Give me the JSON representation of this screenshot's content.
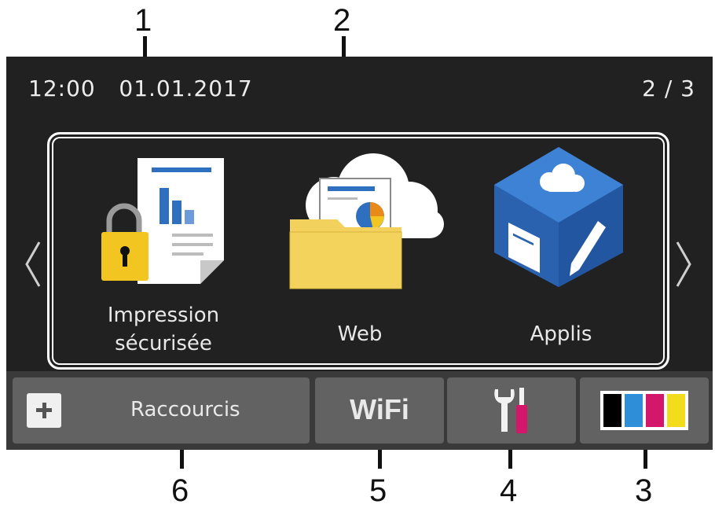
{
  "callouts": [
    "1",
    "2",
    "6",
    "5",
    "4",
    "3"
  ],
  "status": {
    "time_date": "12:00   01.01.2017",
    "page": "2 / 3"
  },
  "tiles": [
    {
      "label": "Impression\nsécurisée",
      "icon": "secure-print-icon"
    },
    {
      "label": "Web",
      "icon": "web-folder-icon"
    },
    {
      "label": "Applis",
      "icon": "apps-cube-icon"
    }
  ],
  "bottom": {
    "shortcuts_label": "Raccourcis",
    "wifi_label": "WiFi",
    "tools_icon": "tools-icon",
    "toner_icon": "toner-icon"
  },
  "colors": {
    "screen_bg": "#212121",
    "button_bg": "#626262",
    "toner_black": "#000000",
    "toner_cyan": "#2e8fd8",
    "toner_magenta": "#d3186b",
    "toner_yellow": "#f2dc1c"
  }
}
